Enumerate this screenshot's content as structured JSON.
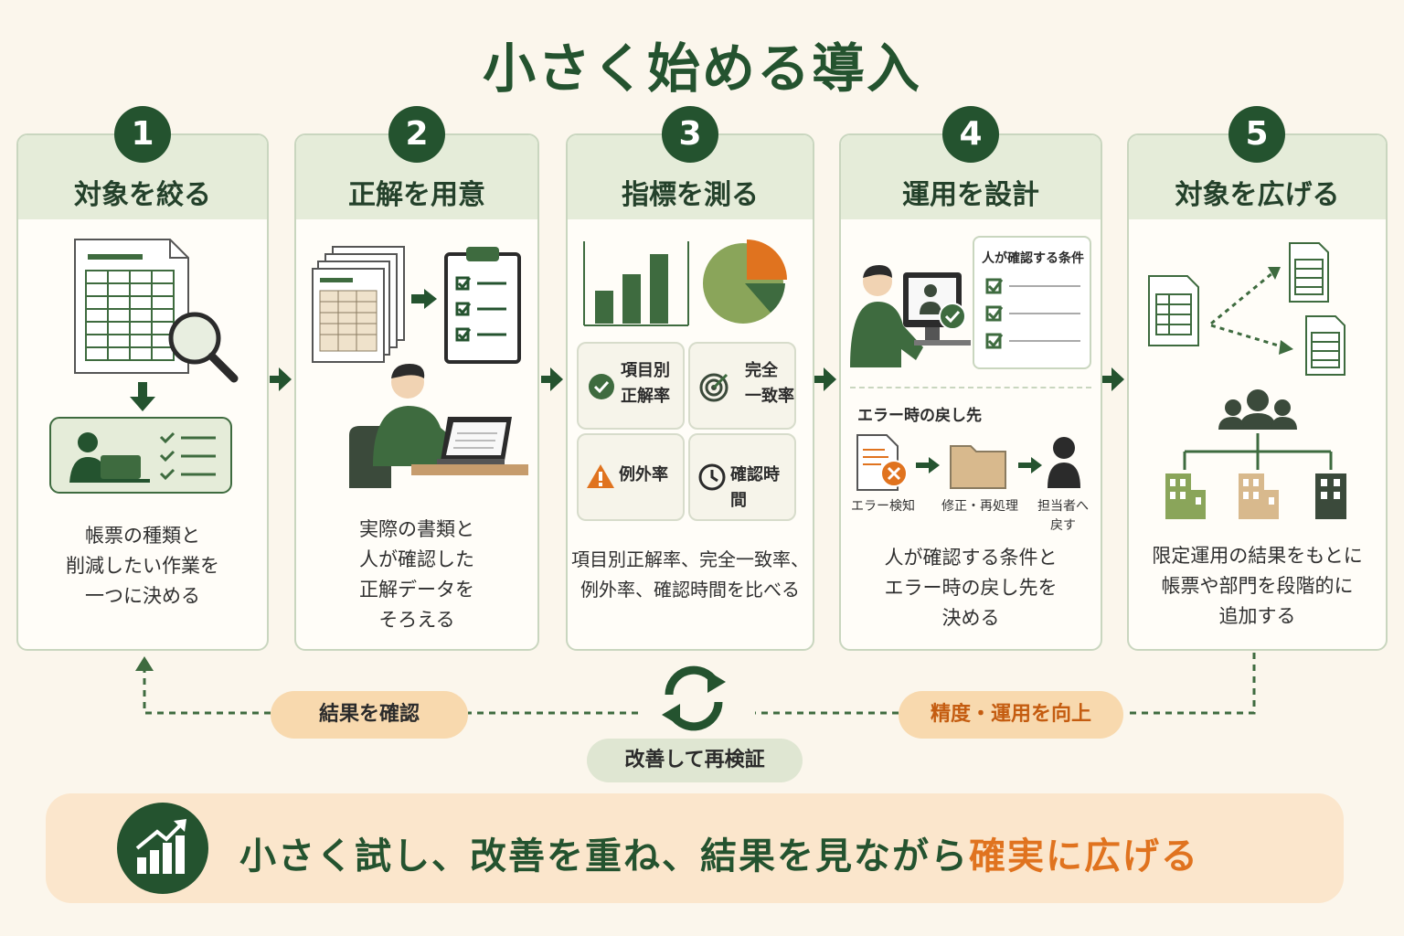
{
  "title": "小さく始める導入",
  "steps": [
    {
      "number": "1",
      "label": "対象を絞る",
      "description": [
        "帳票の種類と",
        "削減したい作業を",
        "一つに決める"
      ]
    },
    {
      "number": "2",
      "label": "正解を用意",
      "description": [
        "実際の書類と",
        "人が確認した",
        "正解データを",
        "そろえる"
      ]
    },
    {
      "number": "3",
      "label": "指標を測る",
      "description": [
        "項目別正解率、完全一致率、",
        "例外率、確認時間を比べる"
      ],
      "metrics": [
        {
          "icon": "check-circle-icon",
          "label": [
            "項目別",
            "正解率"
          ]
        },
        {
          "icon": "target-icon",
          "label": [
            "完全",
            "一致率"
          ]
        },
        {
          "icon": "warning-icon",
          "label": [
            "例外率"
          ]
        },
        {
          "icon": "clock-icon",
          "label": [
            "確認時間"
          ]
        }
      ]
    },
    {
      "number": "4",
      "label": "運用を設計",
      "description": [
        "人が確認する条件と",
        "エラー時の戻し先を",
        "決める"
      ],
      "condition_title": "人が確認する条件",
      "error_title": "エラー時の戻し先",
      "error_flow": [
        "エラー検知",
        "修正・再処理",
        "担当者へ",
        "戻す"
      ]
    },
    {
      "number": "5",
      "label": "対象を広げる",
      "description": [
        "限定運用の結果をもとに",
        "帳票や部門を段階的に",
        "追加する"
      ]
    }
  ],
  "loop": {
    "left_label": "結果を確認",
    "center_label": "改善して再検証",
    "right_label": "精度・運用を向上"
  },
  "banner": {
    "text": "小さく試し、改善を重ね、結果を見ながら",
    "highlight": "確実に広げる"
  },
  "colors": {
    "dark_green": "#24532f",
    "mid_green": "#3e6b3f",
    "light_green": "#e5ecd9",
    "orange": "#e0731f",
    "olive": "#8aa55a",
    "tan": "#d8b98d",
    "background": "#fbf6ec"
  }
}
